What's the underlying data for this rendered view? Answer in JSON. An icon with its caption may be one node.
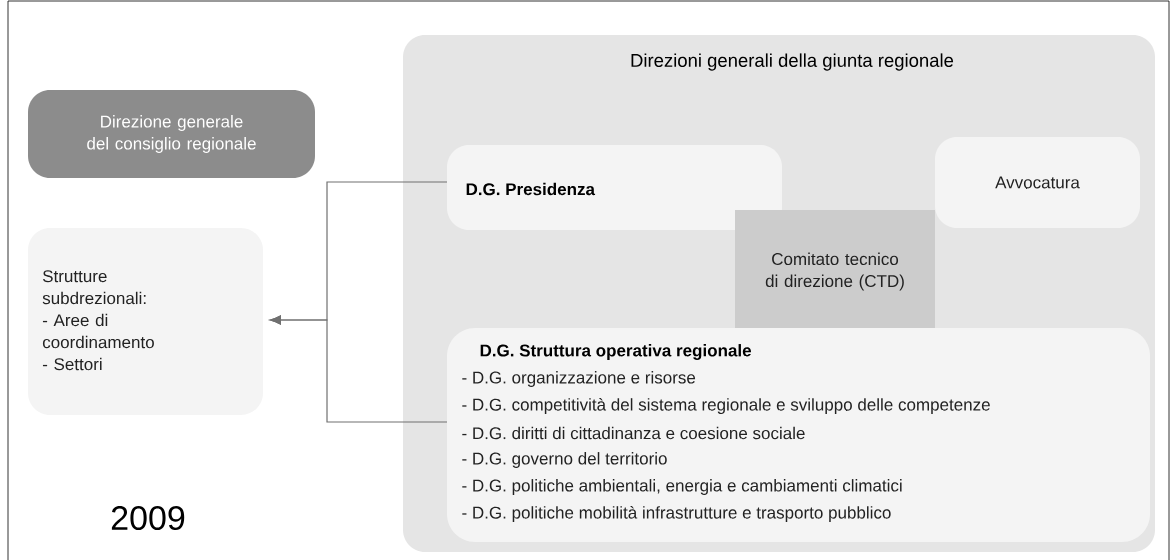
{
  "diagram": {
    "nodes": [
      {
        "text": [
          "Direzioni generali della giunta regionale"
        ]
      },
      {
        "text": [
          "Direzione generale del consiglio regionale"
        ]
      },
      {
        "text": [
          "D.G. Presidenza"
        ],
        "in": 0
      },
      {
        "text": [
          "Avvocatura"
        ],
        "in": 0
      },
      {
        "text": [
          "Comitato tecnico di direzione (CTD)"
        ],
        "in": 0
      },
      {
        "text": [
          "D.G. Struttura operativa regionale",
          "- D.G. organizzazione e risorse",
          "- D.G. competitività del sistema regionale e sviluppo delle competenze",
          "- D.G. diritti di cittadinanza e coesione sociale",
          "- D.G. governo del territorio",
          "- D.G. politiche ambientali, energia e cambiamenti climatici",
          "- D.G. politiche mobilità infrastrutture e trasporto pubblico"
        ],
        "in": 0
      },
      {
        "text": [
          "Strutture subdrezionali: - Aree di coordinamento - Settori"
        ]
      }
    ],
    "edges": [
      {
        "from": 2,
        "to": 6,
        "arrow": "to"
      },
      {
        "from": 5,
        "to": 6,
        "arrow": "to"
      }
    ],
    "labels": [
      "2009"
    ]
  }
}
